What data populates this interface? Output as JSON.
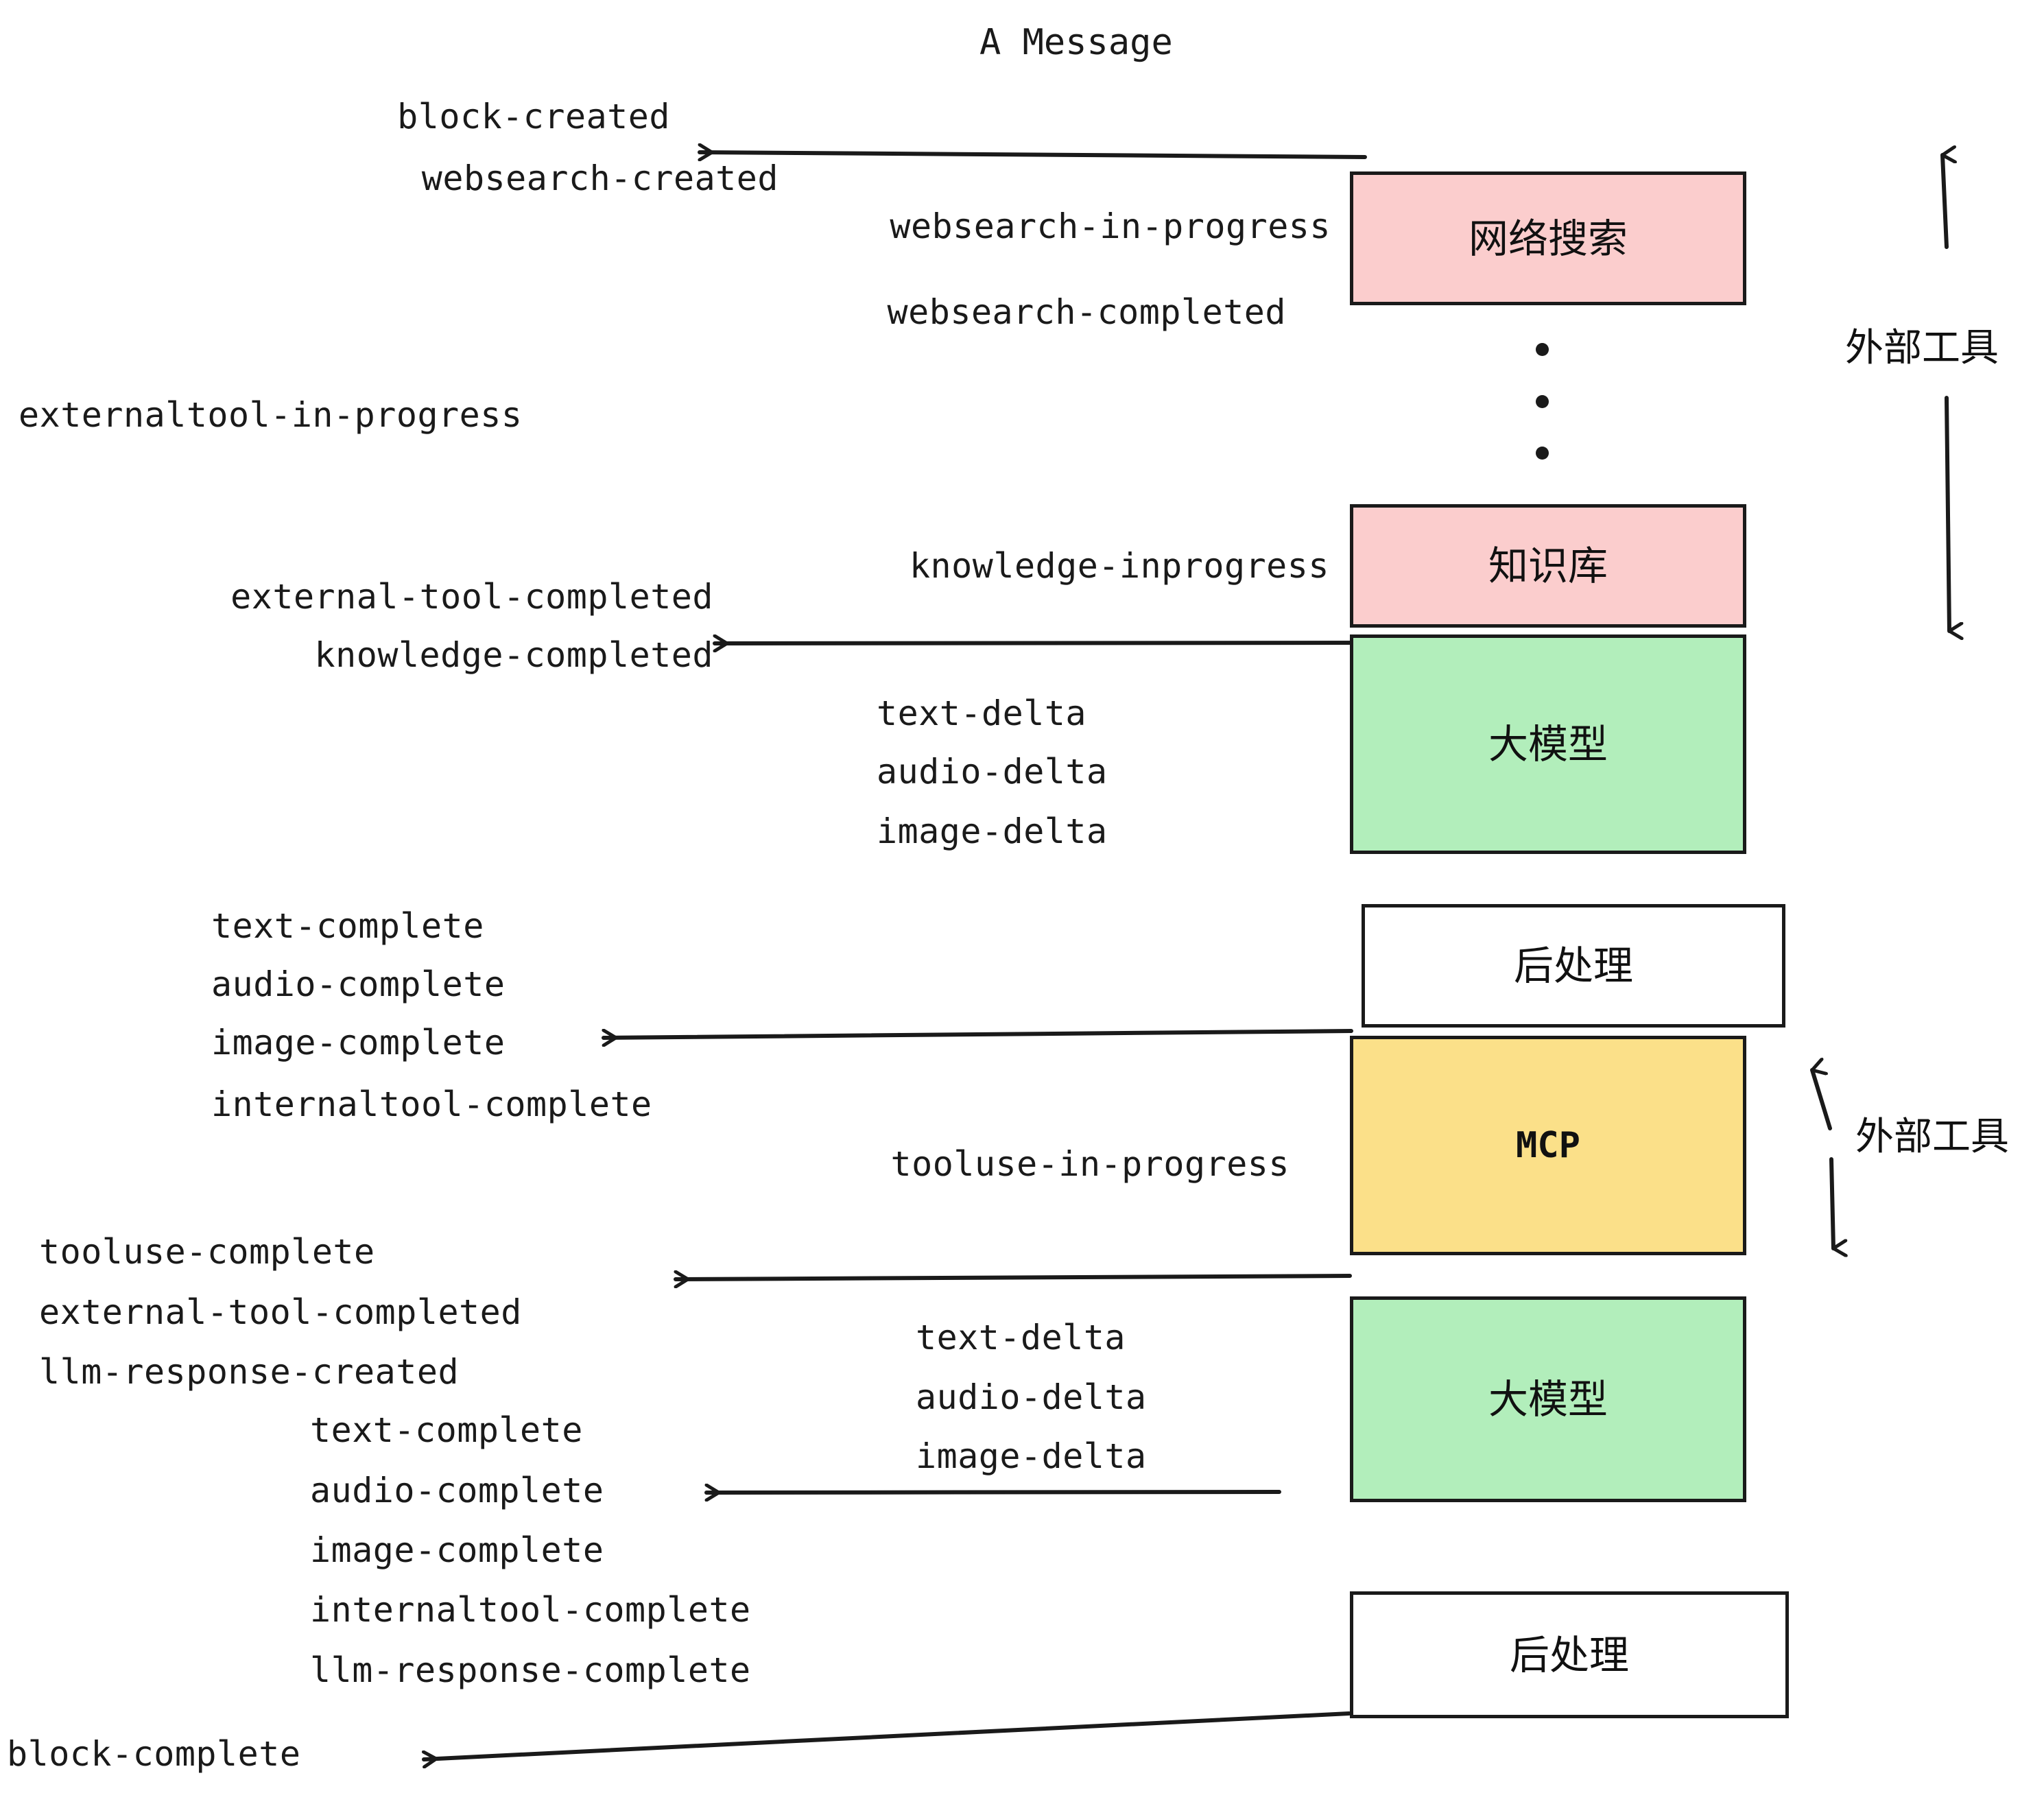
{
  "diagram": {
    "title": "A Message",
    "side_labels": [
      {
        "text": "外部工具"
      },
      {
        "text": "外部工具"
      }
    ],
    "boxes": [
      {
        "label": "网络搜索",
        "color": "#fbcdcd",
        "kind": "pink"
      },
      {
        "label": "知识库",
        "color": "#fbcdcd",
        "kind": "pink"
      },
      {
        "label": "大模型",
        "color": "#b2eebb",
        "kind": "green"
      },
      {
        "label": "后处理",
        "color": "#ffffff",
        "kind": "white"
      },
      {
        "label": "MCP",
        "color": "#fbe089",
        "kind": "yellow"
      },
      {
        "label": "大模型",
        "color": "#b2eebb",
        "kind": "green"
      },
      {
        "label": "后处理",
        "color": "#ffffff",
        "kind": "white"
      }
    ],
    "events": [
      {
        "text": "block-created"
      },
      {
        "text": "websearch-created"
      },
      {
        "text": "websearch-in-progress"
      },
      {
        "text": "websearch-completed"
      },
      {
        "text": "externaltool-in-progress"
      },
      {
        "text": "knowledge-inprogress"
      },
      {
        "text": "external-tool-completed"
      },
      {
        "text": "knowledge-completed"
      },
      {
        "text": "text-delta"
      },
      {
        "text": "audio-delta"
      },
      {
        "text": "image-delta"
      },
      {
        "text": "text-complete"
      },
      {
        "text": "audio-complete"
      },
      {
        "text": "image-complete"
      },
      {
        "text": "internaltool-complete"
      },
      {
        "text": "tooluse-in-progress"
      },
      {
        "text": "tooluse-complete"
      },
      {
        "text": "external-tool-completed"
      },
      {
        "text": "llm-response-created"
      },
      {
        "text": "text-complete"
      },
      {
        "text": "audio-complete"
      },
      {
        "text": "image-complete"
      },
      {
        "text": "internaltool-complete"
      },
      {
        "text": "llm-response-complete"
      },
      {
        "text": "block-complete"
      },
      {
        "text": "text-delta"
      },
      {
        "text": "audio-delta"
      },
      {
        "text": "image-delta"
      }
    ],
    "colors": {
      "stroke": "#1a1a1a",
      "background": "#ffffff",
      "pink": "#fbcdcd",
      "green": "#b2eebb",
      "yellow": "#fbe089",
      "white": "#ffffff"
    }
  }
}
